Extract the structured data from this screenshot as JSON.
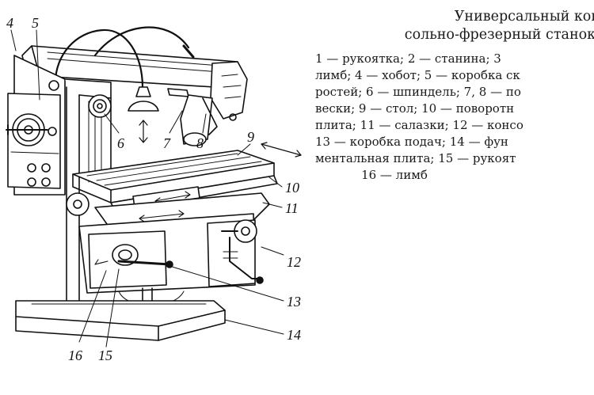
{
  "caption": {
    "title_line1": "Универсальный кон",
    "title_line2": "сольно-фрезерный станок:",
    "legend_lines": [
      "1 — рукоятка; 2 — станина; 3",
      "лимб; 4 — хобот; 5 — коробка ск",
      "ростей; 6 — шпиндель; 7, 8 — по",
      "вески; 9 — стол; 10 — поворотн",
      "плита; 11 — салазки; 12 — консо",
      "13 — коробка подач; 14 — фун",
      "ментальная плита; 15 — рукоят",
      "16 — лимб"
    ]
  },
  "callouts": [
    "4",
    "5",
    "6",
    "7",
    "8",
    "9",
    "10",
    "11",
    "12",
    "13",
    "14",
    "15",
    "16"
  ]
}
